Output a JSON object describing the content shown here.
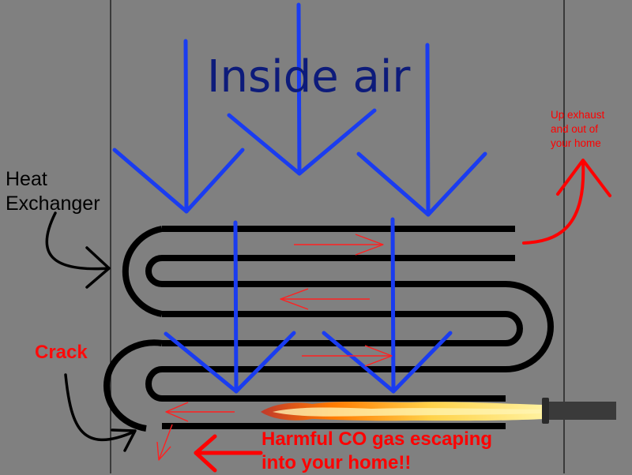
{
  "labels": {
    "title": "Inside air",
    "heat_exchanger_line1": "Heat",
    "heat_exchanger_line2": "Exchanger",
    "crack": "Crack",
    "exhaust_line1": "Up exhaust",
    "exhaust_line2": "and out of",
    "exhaust_line3": "your home",
    "co_line1": "Harmful CO gas escaping",
    "co_line2": "into your home!!"
  },
  "colors": {
    "background": "#808080",
    "airflow_arrows": "#1a3cf0",
    "title_text": "#0d1b7a",
    "tubes": "#000000",
    "warning": "#ff0000",
    "burner": "#3a3a3a",
    "flame": "#ffb020"
  },
  "icons": [
    "downward-air-arrow",
    "flow-direction-arrow",
    "flame",
    "burner-nozzle"
  ]
}
